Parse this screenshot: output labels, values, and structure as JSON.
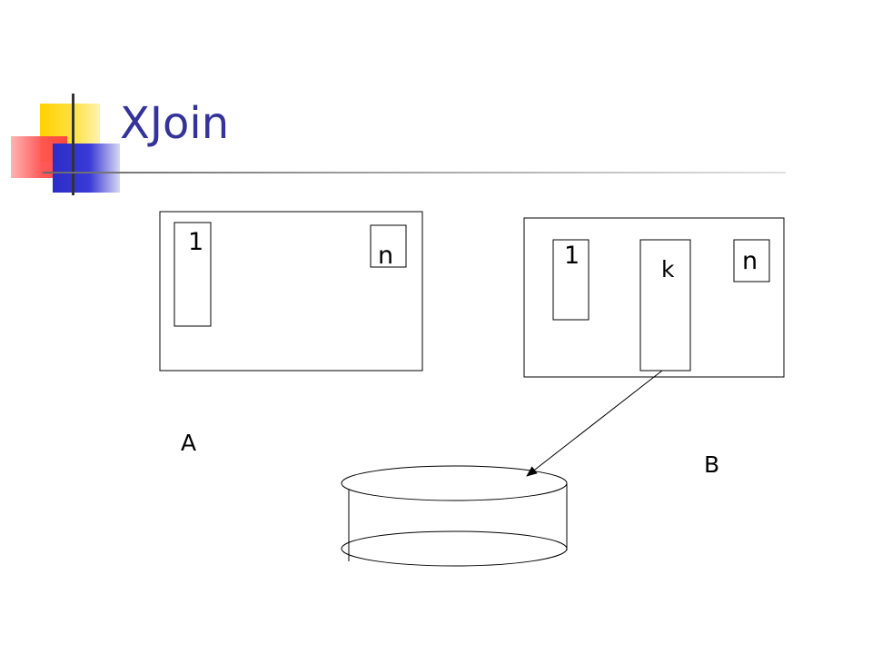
{
  "slide": {
    "title": "XJoin"
  },
  "diagram": {
    "relation_a": {
      "label": "A",
      "first_partition_label": "1",
      "last_partition_label": "n"
    },
    "relation_b": {
      "label": "B",
      "first_partition_label": "1",
      "selected_partition_label": "k",
      "last_partition_label": "n"
    }
  }
}
